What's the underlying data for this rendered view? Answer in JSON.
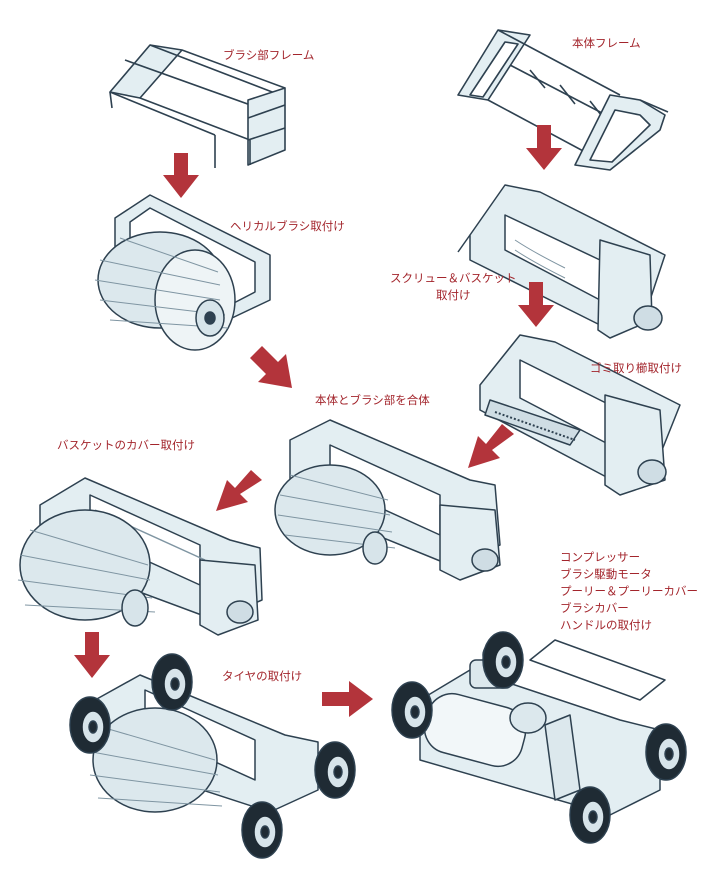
{
  "steps": {
    "brush_frame": "ブラシ部フレーム",
    "body_frame": "本体フレーム",
    "helical_brush": "ヘリカルブラシ取付け",
    "screw_basket_1": "スクリュー＆バスケット",
    "screw_basket_2": "取付け",
    "comb": "ゴミ取り櫛取付け",
    "combine": "本体とブラシ部を合体",
    "basket_cover": "バスケットのカバー取付け",
    "final_1": "コンプレッサー",
    "final_2": "ブラシ駆動モータ",
    "final_3": "プーリー＆プーリーカバー",
    "final_4": "ブラシカバー",
    "final_5": "ハンドルの取付け",
    "tires": "タイヤの取付け"
  },
  "colors": {
    "label": "#a3252c",
    "arrow": "#b3343b",
    "line": "#2e4150",
    "fill": "#e3eef2",
    "tire": "#1f2b34",
    "hub": "#d7e4ea"
  }
}
